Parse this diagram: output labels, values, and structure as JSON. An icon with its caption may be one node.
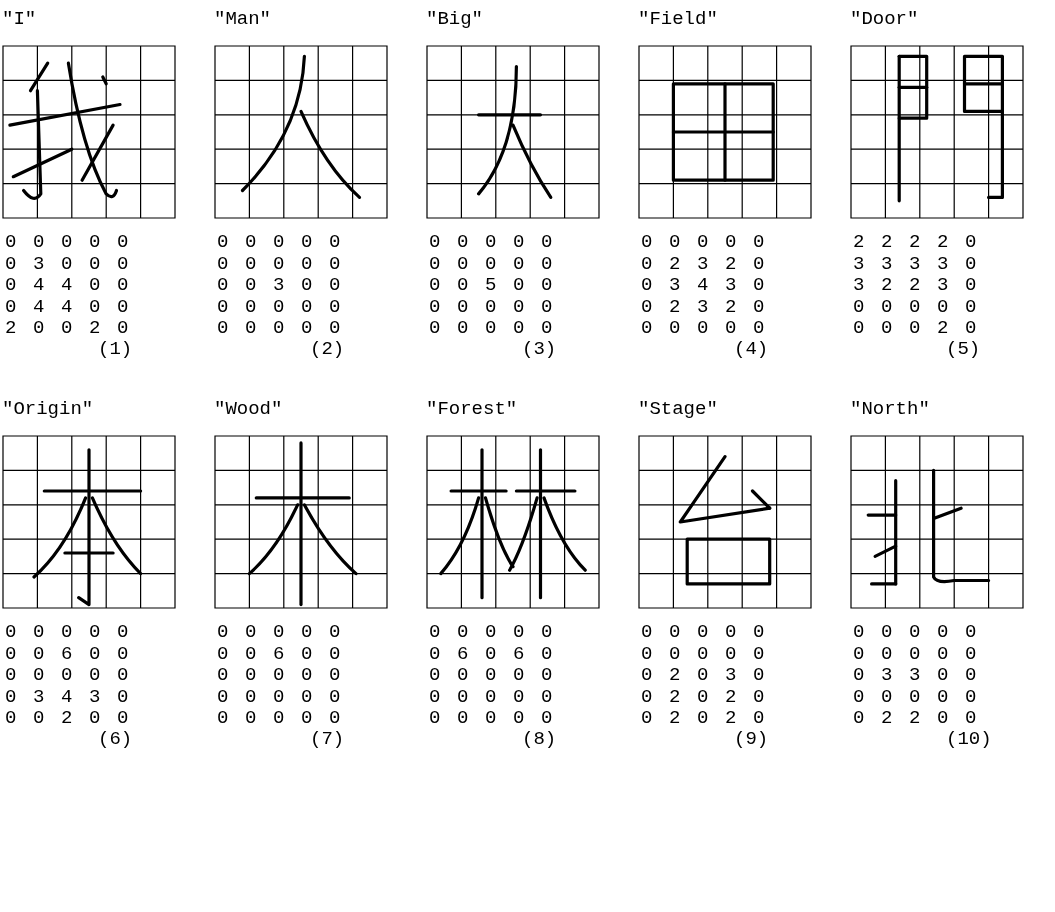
{
  "diagram": {
    "labels": [
      "\"I\"",
      "0 0 0 0 0",
      "0 3 0 0 0",
      "0 4 4 0 0",
      "0 4 4 0 0",
      "2 0 0 2 0",
      "(1)",
      "\"Man\"",
      "0 0 0 0 0",
      "0 0 0 0 0",
      "0 0 3 0 0",
      "0 0 0 0 0",
      "0 0 0 0 0",
      "(2)",
      "\"Big\"",
      "0 0 0 0 0",
      "0 0 0 0 0",
      "0 0 5 0 0",
      "0 0 0 0 0",
      "0 0 0 0 0",
      "(3)",
      "\"Field\"",
      "0 0 0 0 0",
      "0 2 3 2 0",
      "0 3 4 3 0",
      "0 2 3 2 0",
      "0 0 0 0 0",
      "(4)",
      "\"Door\"",
      "2 2 2 2 0",
      "3 3 3 3 0",
      "3 2 2 3 0",
      "0 0 0 0 0",
      "0 0 0 2 0",
      "(5)",
      "\"Origin\"",
      "0 0 0 0 0",
      "0 0 6 0 0",
      "0 0 0 0 0",
      "0 3 4 3 0",
      "0 0 2 0 0",
      "(6)",
      "\"Wood\"",
      "0 0 0 0 0",
      "0 0 6 0 0",
      "0 0 0 0 0",
      "0 0 0 0 0",
      "0 0 0 0 0",
      "(7)",
      "\"Forest\"",
      "0 0 0 0 0",
      "0 6 0 6 0",
      "0 0 0 0 0",
      "0 0 0 0 0",
      "0 0 0 0 0",
      "(8)",
      "\"Stage\"",
      "0 0 0 0 0",
      "0 0 0 0 0",
      "0 2 0 3 0",
      "0 2 0 2 0",
      "0 2 0 2 0",
      "(9)",
      "\"North\"",
      "0 0 0 0 0",
      "0 0 0 0 0",
      "0 3 3 0 0",
      "0 0 0 0 0",
      "0 2 2 0 0",
      "(10)"
    ]
  }
}
